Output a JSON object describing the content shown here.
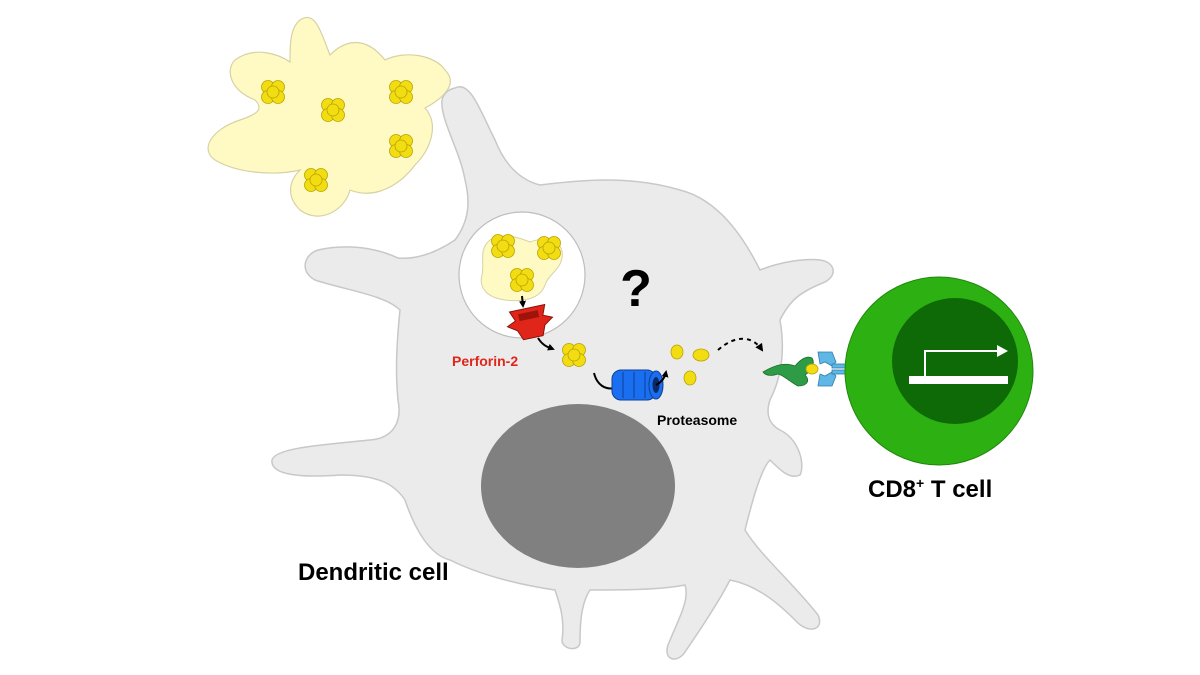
{
  "labels": {
    "perforin": "Perforin-2",
    "proteasome": "Proteasome",
    "dendritic_cell": "Dendritic cell",
    "tcell_prefix": "CD8",
    "tcell_superscript": "+",
    "tcell_suffix": " T cell",
    "question_mark": "?"
  },
  "colors": {
    "dc_body": "#ebebeb",
    "dc_outline": "#c8c8c8",
    "nucleus": "#808080",
    "apoptotic_body": "#fffac4",
    "antigen": "#f2dc12",
    "antigen_outline": "#b8a200",
    "perforin": "#e0261a",
    "perforin_label": "#e0261a",
    "proteasome": "#1a6ef0",
    "tcell_outer": "#2db012",
    "tcell_inner": "#0d6a06",
    "mhc": "#2e9b46",
    "tcr": "#5fb7e6"
  }
}
